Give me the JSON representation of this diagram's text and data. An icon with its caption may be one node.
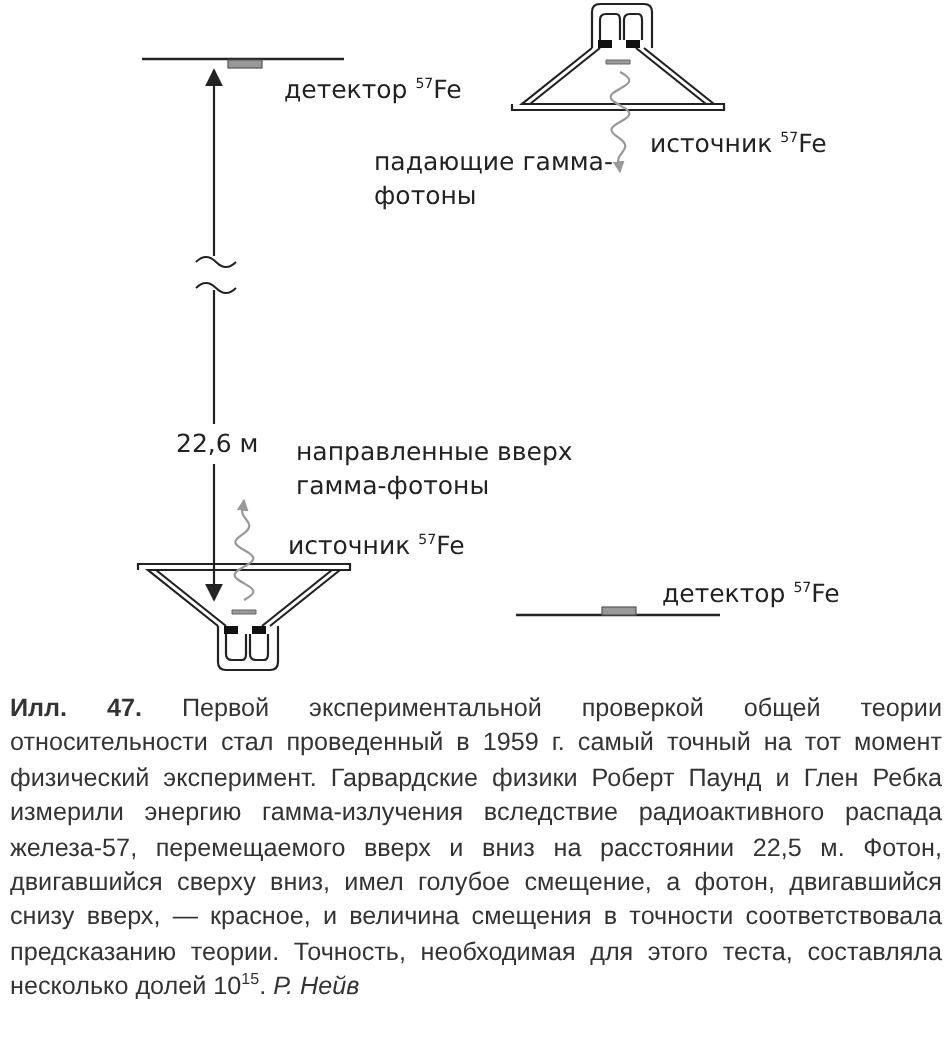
{
  "diagram": {
    "caption": "**Илл. 47.** Первой экспериментальной проверкой общей теории относительности стал проведенный в 1959 г. самый точный на тот момент физический эксперимент. Гарвардские физики Роберт Паунд и Глен Ребка измерили энергию гамма-излучения вследствие радиоактивного распада железа-57, перемещаемого вверх и вниз на расстоянии 22,5 м. Фотон, двигавшийся сверху вниз, имел голубое смещение, а фотон, двигавшийся снизу вверх, — красное, и величина смещения в точности соответствовала предсказанию теории. Точность, необходимая для этого теста, составляла несколько долей 10$^{15}$. *Р. Нейв*",
    "labels": [
      "детектор $^{57}$Fe",
      "источник $^{57}$Fe",
      "падающие гамма-фотоны",
      "22,6 м",
      "направленные вверх гамма-фотоны",
      "источник $^{57}$Fe",
      "детектор $^{57}$Fe"
    ]
  }
}
